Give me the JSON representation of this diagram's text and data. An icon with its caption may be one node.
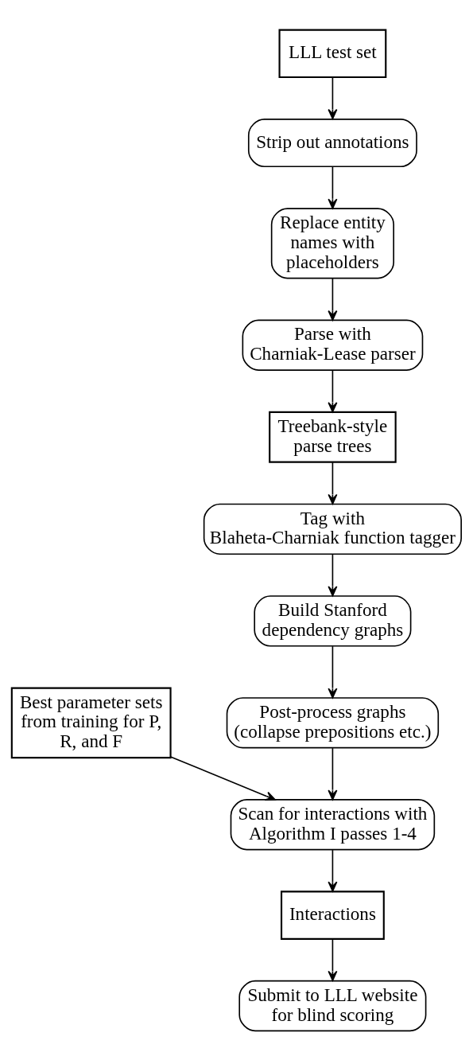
{
  "diagram": {
    "nodes": [
      {
        "text": [
          "LLL test set"
        ]
      },
      {
        "text": [
          "Strip out annotations"
        ]
      },
      {
        "text": [
          "Replace entity names with placeholders"
        ]
      },
      {
        "text": [
          "Parse with Charniak-Lease parser"
        ]
      },
      {
        "text": [
          "Treebank-style parse trees"
        ]
      },
      {
        "text": [
          "Tag with Blaheta-Charniak function tagger"
        ]
      },
      {
        "text": [
          "Build Stanford dependency graphs"
        ]
      },
      {
        "text": [
          "Post-process graphs (collapse prepositions etc.)"
        ]
      },
      {
        "text": [
          "Best parameter sets from training for P, R, and F"
        ]
      },
      {
        "text": [
          "Scan for interactions with Algorithm I passes 1-4"
        ]
      },
      {
        "text": [
          "Interactions"
        ]
      },
      {
        "text": [
          "Submit to LLL website for blind scoring"
        ]
      }
    ],
    "edges": [
      {
        "from": 0,
        "to": 1,
        "arrow": "to"
      },
      {
        "from": 1,
        "to": 2,
        "arrow": "to"
      },
      {
        "from": 2,
        "to": 3,
        "arrow": "to"
      },
      {
        "from": 3,
        "to": 4,
        "arrow": "to"
      },
      {
        "from": 4,
        "to": 5,
        "arrow": "to"
      },
      {
        "from": 5,
        "to": 6,
        "arrow": "to"
      },
      {
        "from": 6,
        "to": 7,
        "arrow": "to"
      },
      {
        "from": 7,
        "to": 9,
        "arrow": "to"
      },
      {
        "from": 8,
        "to": 9,
        "arrow": "to"
      },
      {
        "from": 9,
        "to": 10,
        "arrow": "to"
      },
      {
        "from": 10,
        "to": 11,
        "arrow": "to"
      }
    ]
  }
}
